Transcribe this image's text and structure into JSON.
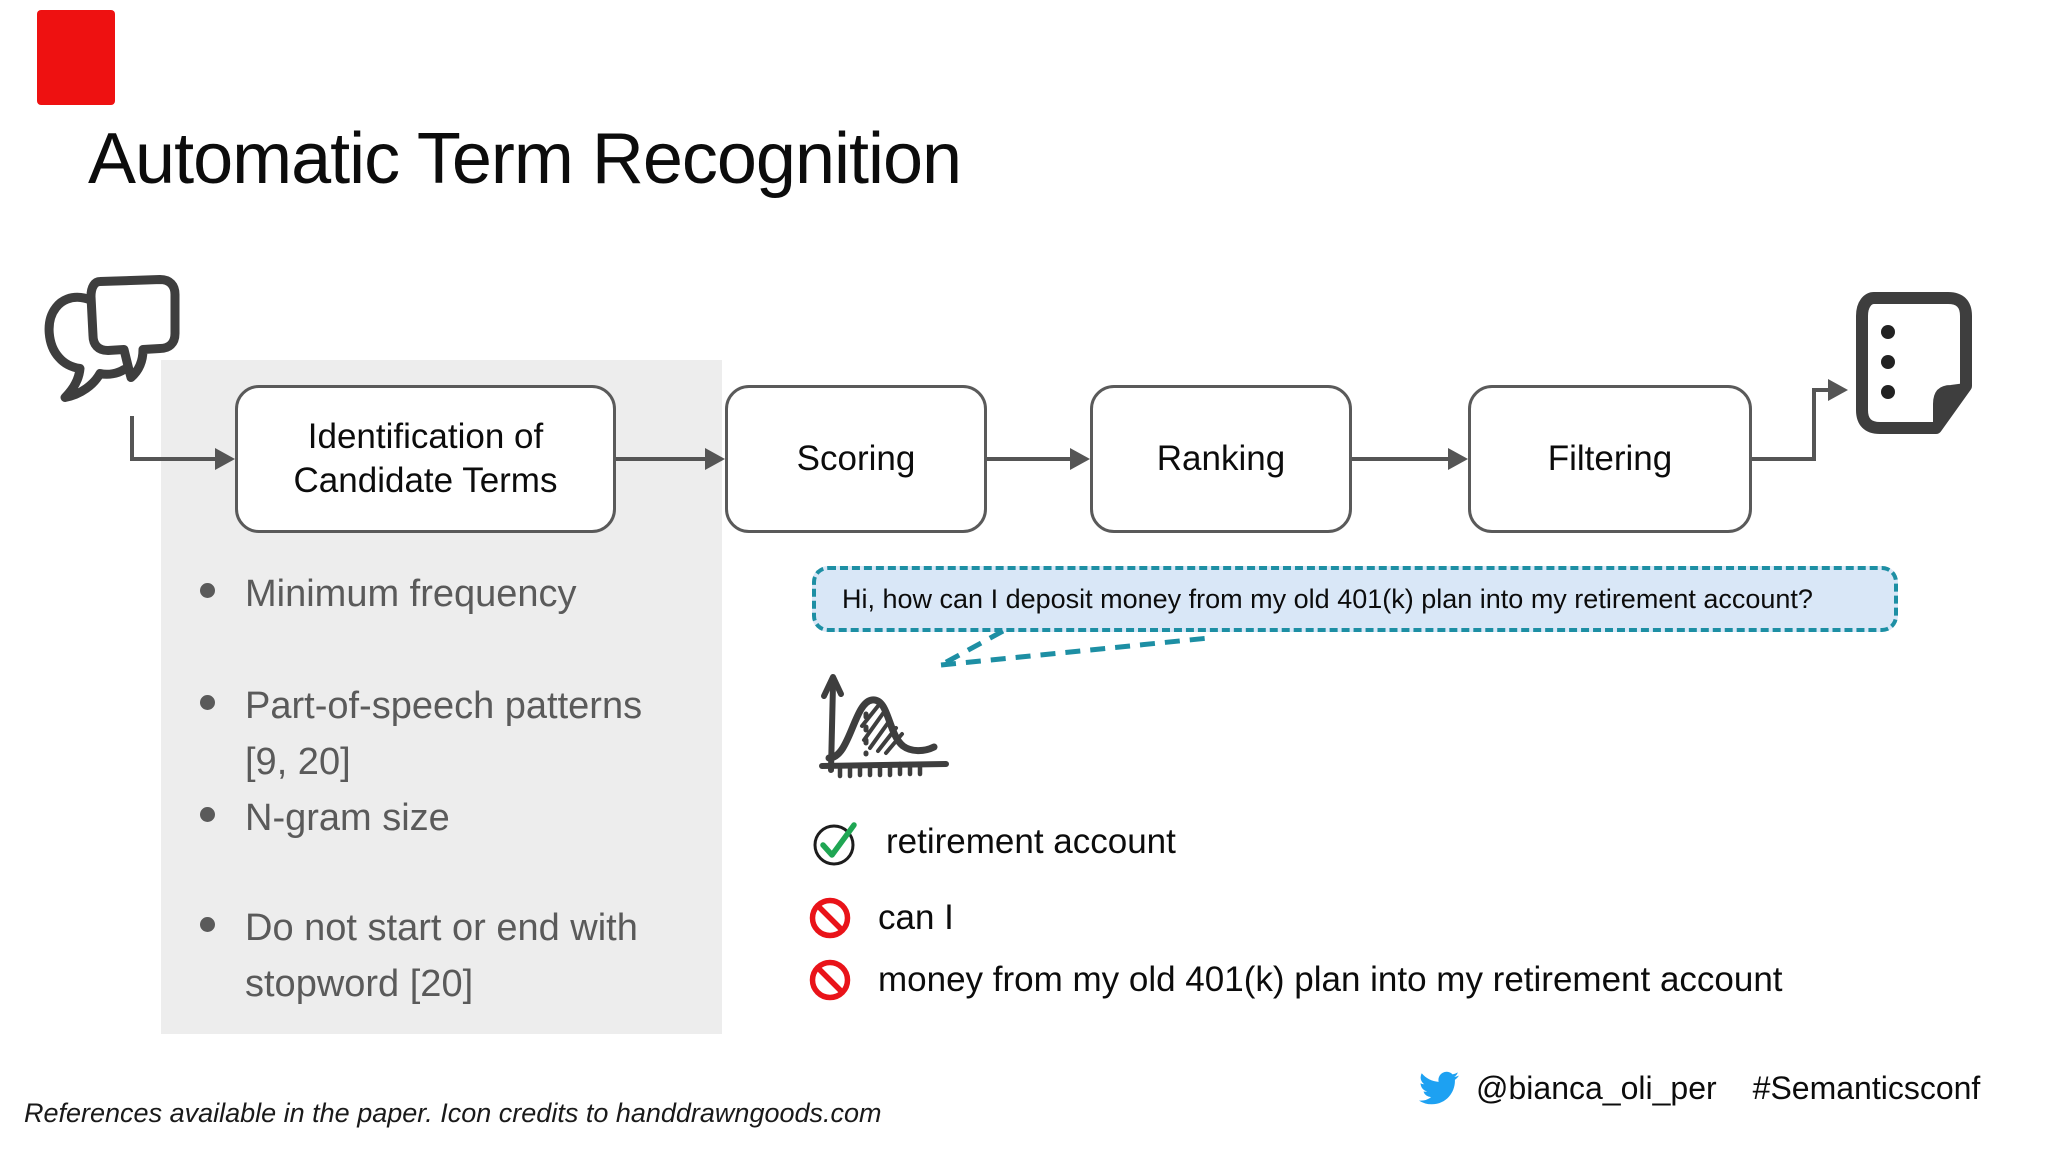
{
  "slide": {
    "title": "Automatic Term Recognition",
    "footer_note": "References available in the paper. Icon credits to handdrawngoods.com"
  },
  "pipeline": {
    "stages": [
      {
        "label": "Identification of Candidate Terms"
      },
      {
        "label": "Scoring"
      },
      {
        "label": "Ranking"
      },
      {
        "label": "Filtering"
      }
    ]
  },
  "criteria": [
    "Minimum frequency",
    "Part-of-speech patterns [9, 20]",
    "N-gram size",
    "Do not start or end with stopword [20]"
  ],
  "example": {
    "question": "Hi, how can I deposit money from my old 401(k) plan into my retirement account?",
    "terms": [
      {
        "status": "accepted",
        "text": "retirement account"
      },
      {
        "status": "rejected",
        "text": "can I"
      },
      {
        "status": "rejected",
        "text": "money from my old 401(k) plan into my retirement account"
      }
    ]
  },
  "social": {
    "handle": "@bianca_oli_per",
    "hashtag": "#Semanticsconf"
  },
  "icons": {
    "input": "chat-bubbles-icon",
    "output": "document-list-icon",
    "scoring": "bell-curve-chart-icon",
    "accepted": "check-circle-icon",
    "rejected": "no-entry-icon",
    "social": "twitter-bird-icon"
  },
  "colors": {
    "badge_red": "#ee1111",
    "panel_gray": "#ededed",
    "line_gray": "#555555",
    "text_gray": "#5a5a5a",
    "bubble_fill": "#d9e7f7",
    "bubble_border_teal": "#1d8fa4",
    "check_green": "#1fa653",
    "prohibit_red": "#e91319",
    "twitter_blue": "#1da1f2"
  }
}
